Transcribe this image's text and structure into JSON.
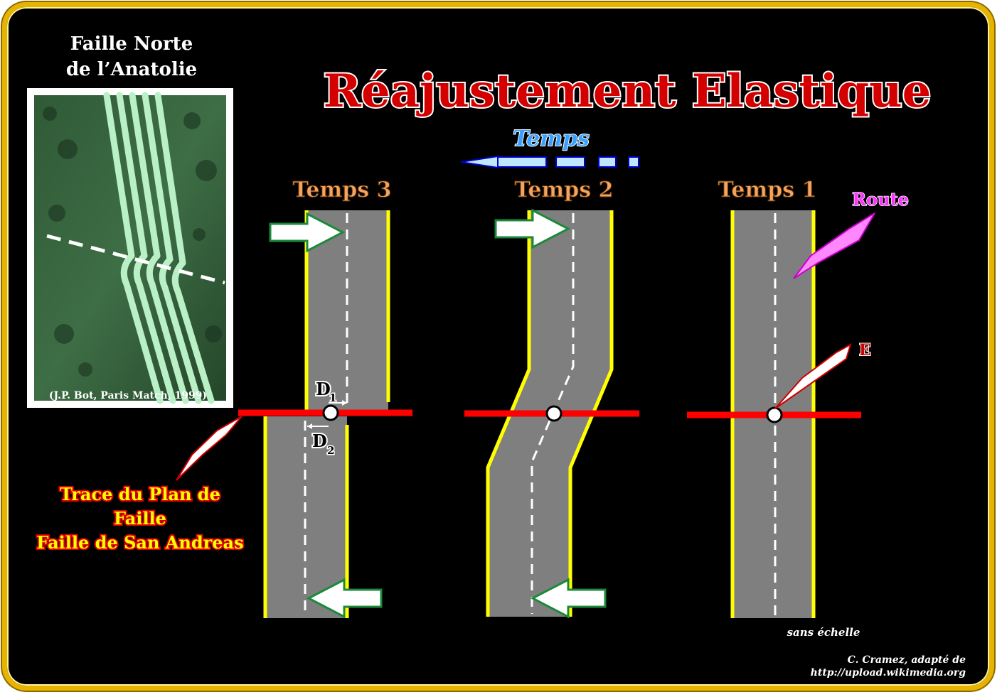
{
  "title": "Réajustement Elastique",
  "time_arrow_label": "Temps",
  "stages": [
    {
      "label": "Temps 3"
    },
    {
      "label": "Temps 2"
    },
    {
      "label": "Temps 1"
    }
  ],
  "photo": {
    "caption_line1": "Faille Norte",
    "caption_line2": "de l’Anatolie",
    "credit": "(J.P. Bot, Paris Match, 1999)"
  },
  "labels": {
    "road": "Route",
    "epicenter": "E",
    "d1": "D",
    "d1_sub": "1",
    "d2": "D",
    "d2_sub": "2",
    "fault_trace_line1": "Trace du Plan de",
    "fault_trace_line2": "Faille",
    "fault_trace_line3": "Faille de San Andreas",
    "scale_note": "sans échelle",
    "credit_line1": "C. Cramez, adapté de",
    "credit_line2": "http://upload.wikimedia.org"
  },
  "colors": {
    "background": "#000000",
    "frame": "#e6b400",
    "road": "#7f7f7f",
    "road_edge": "#ffff00",
    "fault": "#ff0000",
    "title": "#d40000",
    "stage_label": "#f4a460",
    "time_arrow": "#00bfff",
    "route_label": "#ff33ff",
    "slip_arrow_outline": "#1a8a3a"
  }
}
